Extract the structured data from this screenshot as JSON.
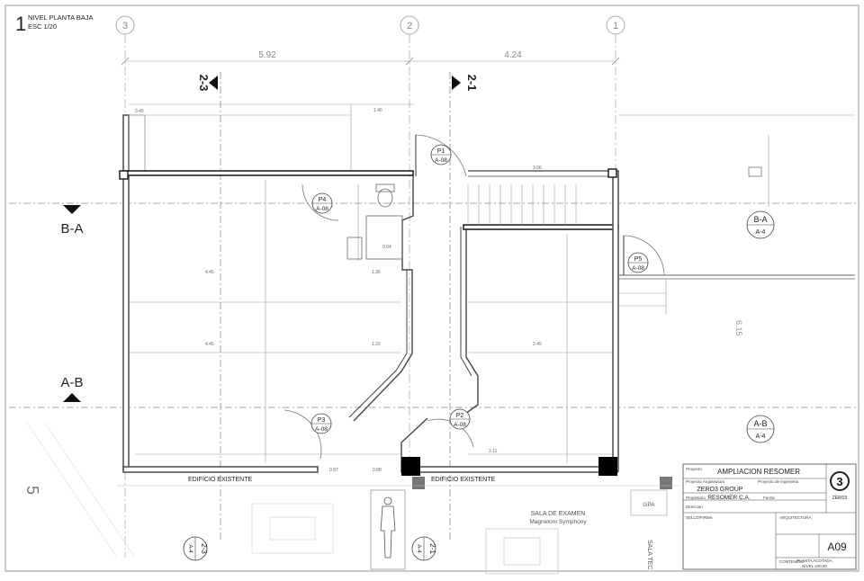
{
  "drawing": {
    "number": "1",
    "title": "NIVEL PLANTA BAJA",
    "scale": "ESC 1/20"
  },
  "grid_axes": [
    "3",
    "2",
    "1"
  ],
  "dimensions_top": [
    "5.92",
    "4.24"
  ],
  "section_markers": {
    "left_vertical": "2-3",
    "right_vertical": "2-1",
    "top_horizontal": "B-A",
    "bottom_horizontal": "A-B"
  },
  "side_callouts": [
    {
      "top": "B-A",
      "bottom": "A-4"
    },
    {
      "top": "A-B",
      "bottom": "A-4"
    }
  ],
  "bottom_callouts": [
    {
      "top": "2-3",
      "bottom": "A-4"
    },
    {
      "top": "2-1",
      "bottom": "A-4"
    }
  ],
  "door_tags": [
    {
      "top": "P1",
      "bottom": "A-08"
    },
    {
      "top": "P2",
      "bottom": "A-08"
    },
    {
      "top": "P3",
      "bottom": "A-08"
    },
    {
      "top": "P4",
      "bottom": "A-08"
    },
    {
      "top": "P5",
      "bottom": "A-08"
    }
  ],
  "room_labels": {
    "existing_left": "EDIFICIO EXISTENTE",
    "existing_right": "EDIFICIO EXISTENTE",
    "exam_room": "SALA DE EXAMEN",
    "equipment": "Magnetom Symphony",
    "gpa": "GPA",
    "sala_tec": "SALA TEC",
    "side_number": "5"
  },
  "interior_dims": [
    "3.45",
    "1.46",
    "3.06",
    "0.94",
    "4.45",
    "4.45",
    "1.36",
    "1.22",
    "2.45",
    "6.15",
    "3.11",
    "0.97",
    "0.88"
  ],
  "title_block": {
    "project_label": "Proyecto",
    "project": "AMPLIACION RESOMER",
    "architecture_label": "Proyecto Arquitectura",
    "engineering_label": "Proyecto de Ingenieria",
    "firm": "ZERO3 GROUP",
    "owner_label": "Propietario",
    "owner": "RESOMER C.A.",
    "date_label": "Fecha",
    "address_label": "Direccion",
    "seal_label": "SELLO/FIRMA",
    "architecture_section": "ARQUITECTURA",
    "logo_text": "ZERO3",
    "sheet_number": "A09",
    "content_label": "CONTENIDO",
    "content": "PLANTA ACOTADA",
    "level": "NIVEL ±00.00"
  }
}
